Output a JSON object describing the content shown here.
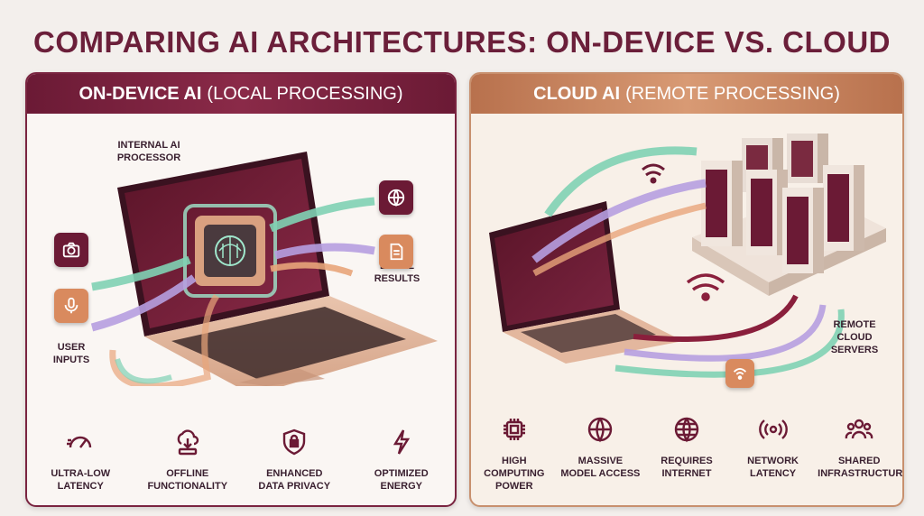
{
  "title": "COMPARING AI ARCHITECTURES: ON-DEVICE VS. CLOUD",
  "left": {
    "header_bold": "ON-DEVICE AI",
    "header_rest": "(LOCAL PROCESSING)",
    "callouts": {
      "processor": "INTERNAL AI PROCESSOR",
      "inputs": "USER INPUTS",
      "results": "LOCAL RESULTS"
    },
    "features": [
      {
        "label": "ULTRA-LOW LATENCY",
        "icon": "speedometer-icon"
      },
      {
        "label": "OFFLINE FUNCTIONALITY",
        "icon": "cloud-download-icon"
      },
      {
        "label": "ENHANCED DATA PRIVACY",
        "icon": "shield-lock-icon"
      },
      {
        "label": "OPTIMIZED ENERGY",
        "icon": "lightning-icon"
      }
    ]
  },
  "right": {
    "header_bold": "CLOUD AI",
    "header_rest": "(REMOTE PROCESSING)",
    "callouts": {
      "servers": "REMOTE CLOUD SERVERS"
    },
    "features": [
      {
        "label": "HIGH COMPUTING POWER",
        "icon": "chip-icon"
      },
      {
        "label": "MASSIVE MODEL ACCESS",
        "icon": "globe-icon"
      },
      {
        "label": "REQUIRES INTERNET",
        "icon": "globe-grid-icon"
      },
      {
        "label": "NETWORK LATENCY",
        "icon": "signal-icon"
      },
      {
        "label": "SHARED INFRASTRUCTURE",
        "icon": "people-icon"
      }
    ]
  },
  "colors": {
    "maroon": "#6b1a35",
    "copper": "#c8906e",
    "mint": "#7fd1b4",
    "lavender": "#b69ee0",
    "peach": "#e8a57a"
  }
}
